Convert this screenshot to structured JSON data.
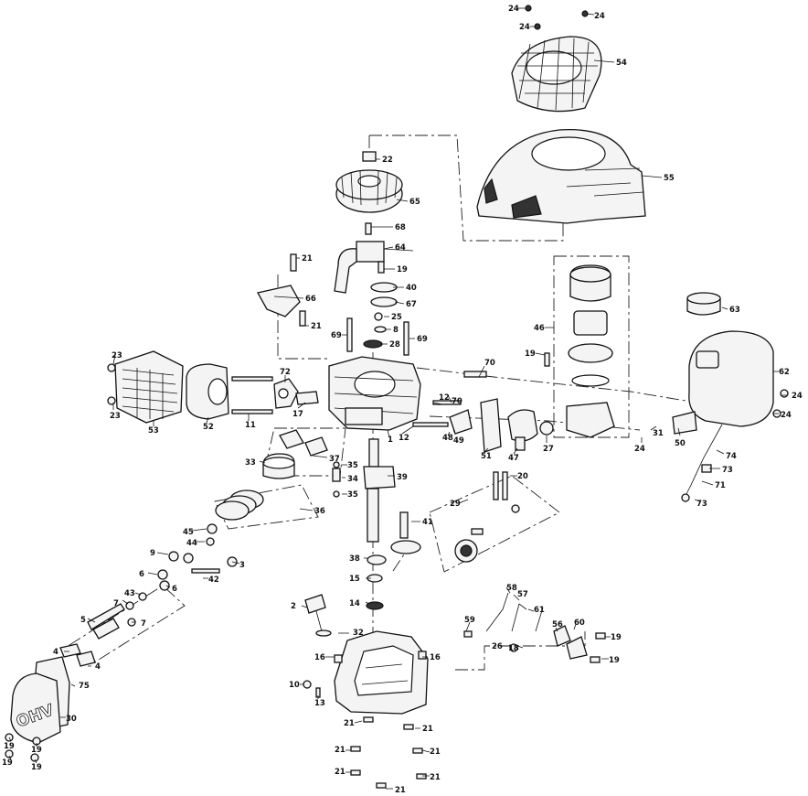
{
  "logo": {
    "text": "OHV"
  },
  "labels": [
    "24",
    "24",
    "24",
    "54",
    "55",
    "22",
    "65",
    "68",
    "64",
    "21",
    "19",
    "66",
    "40",
    "67",
    "25",
    "8",
    "21",
    "69",
    "69",
    "28",
    "46",
    "63",
    "62",
    "19",
    "70",
    "23",
    "72",
    "12",
    "70",
    "23",
    "53",
    "52",
    "11",
    "17",
    "12",
    "1",
    "49",
    "48",
    "51",
    "47",
    "27",
    "31",
    "24",
    "24",
    "24",
    "50",
    "74",
    "73",
    "71",
    "73",
    "37",
    "33",
    "35",
    "34",
    "35",
    "39",
    "20",
    "29",
    "36",
    "41",
    "45",
    "44",
    "9",
    "3",
    "38",
    "6",
    "42",
    "15",
    "6",
    "43",
    "7",
    "7",
    "58",
    "57",
    "61",
    "5",
    "2",
    "14",
    "59",
    "56",
    "60",
    "19",
    "32",
    "26",
    "18",
    "19",
    "4",
    "4",
    "16",
    "16",
    "75",
    "10",
    "13",
    "30",
    "21",
    "21",
    "19",
    "19",
    "19",
    "19",
    "21",
    "21",
    "21",
    "21",
    "21"
  ]
}
